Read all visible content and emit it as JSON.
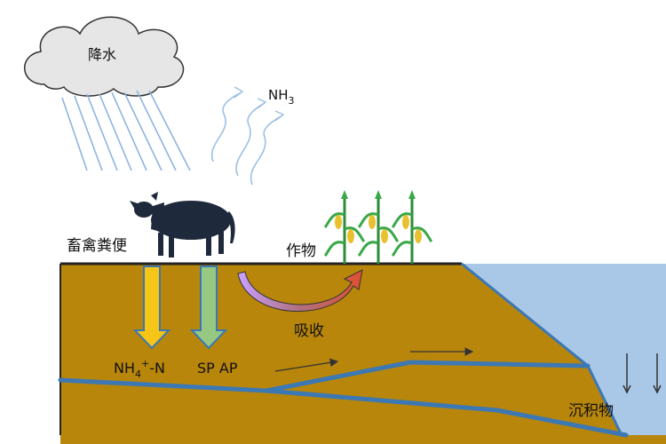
{
  "labels": {
    "rain": "降水",
    "ammonia_base": "NH",
    "ammonia_sub": "3",
    "manure": "畜禽粪便",
    "crops": "作物",
    "absorb": "吸收",
    "ammonium_base": "NH",
    "ammonium_sub": "4",
    "ammonium_sup": "+",
    "ammonium_tail": "-N",
    "phosphorus": "SP AP",
    "sediment": "沉积物"
  },
  "colors": {
    "soil": "#b8860b",
    "water": "#a9c8e8",
    "channel": "#3c78b4",
    "cloud": "#e6e6e6",
    "rain": "#8fb4e0",
    "gas": "#9cc0e4",
    "arrow_yellow": "#f5c518",
    "arrow_green": "#96c882",
    "cow": "#1e2a3c"
  },
  "icons": {
    "cloud": "cloud-icon",
    "cow": "cow-icon",
    "crop": "corn-plant-icon"
  }
}
